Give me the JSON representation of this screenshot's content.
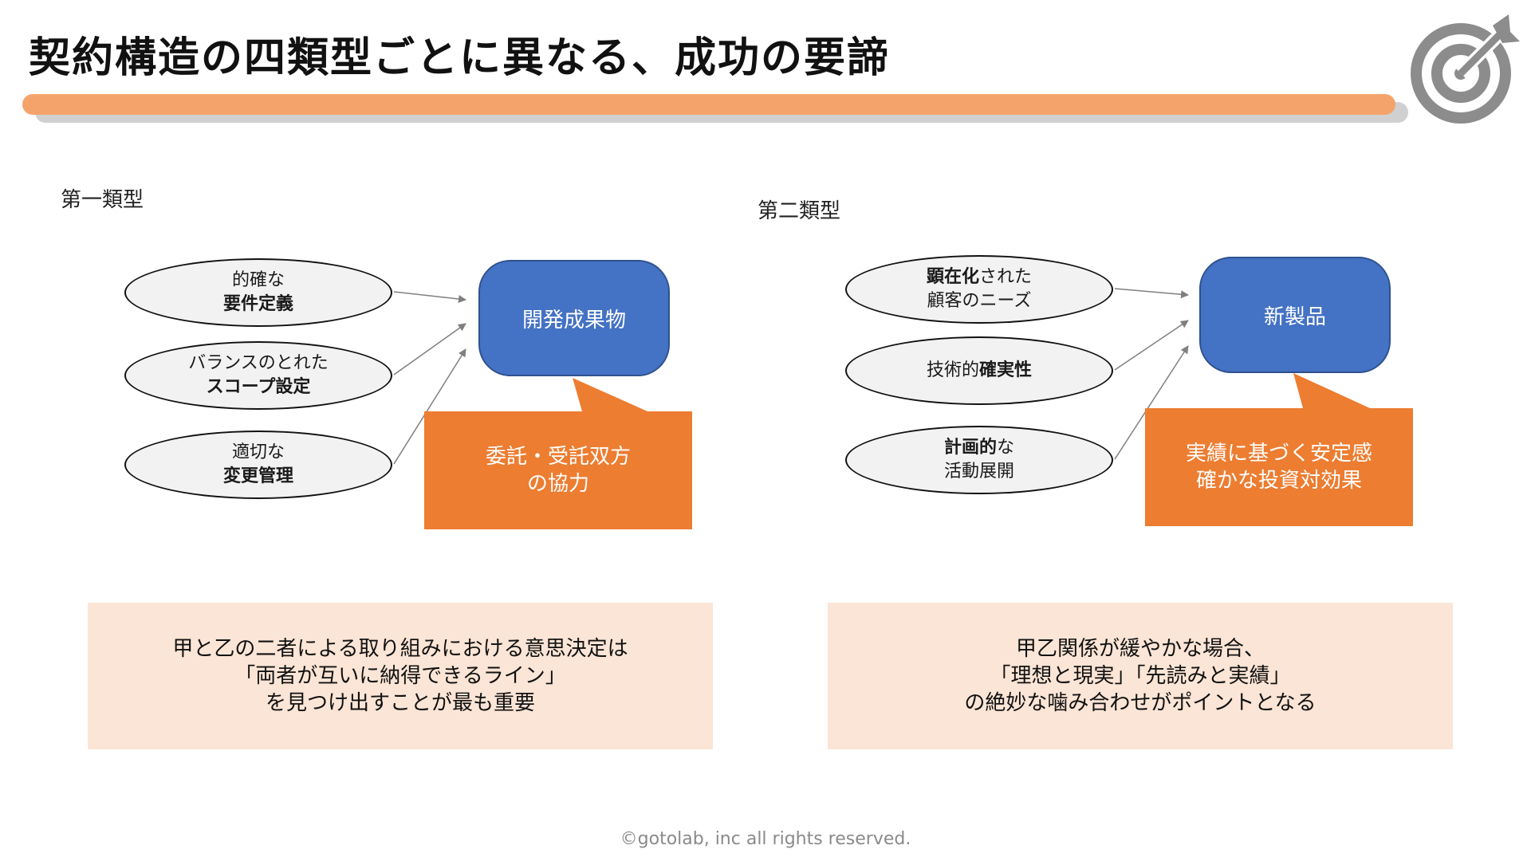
{
  "header": {
    "title": "契約構造の四類型ごとに異なる、成功の要諦"
  },
  "logo": {
    "icon": "target-arrow-icon",
    "color": "#8c8c8c"
  },
  "type1": {
    "label": "第一類型",
    "ovals": [
      {
        "line1": "的確な",
        "line2": "要件定義"
      },
      {
        "line1": "バランスのとれた",
        "line2": "スコープ設定"
      },
      {
        "line1": "適切な",
        "line2": "変更管理"
      }
    ],
    "result": "開発成果物",
    "callout": {
      "line1": "委託・受託双方",
      "line2": "の協力"
    },
    "note": {
      "line1": "甲と乙の二者による取り組みにおける意思決定は",
      "line2": "「両者が互いに納得できるライン」",
      "line3": "を見つけ出すことが最も重要"
    }
  },
  "type2": {
    "label": "第二類型",
    "ovals": [
      {
        "bold1": "顕在化",
        "rest1": "された",
        "line2": "顧客のニーズ"
      },
      {
        "lead": "技術的",
        "bold": "確実性"
      },
      {
        "bold1": "計画的",
        "rest1": "な",
        "line2": "活動展開"
      }
    ],
    "result": "新製品",
    "callout": {
      "line1": "実績に基づく安定感",
      "line2": "確かな投資対効果"
    },
    "note": {
      "line1": "甲乙関係が緩やかな場合、",
      "line2": "「理想と現実」「先読みと実績」",
      "line3": "の絶妙な噛み合わせがポイントとなる"
    }
  },
  "footer": {
    "copyright": "©gotolab, inc  all rights reserved."
  },
  "colors": {
    "accent_bar": "#f4a46b",
    "blue_box": "#4472c4",
    "callout": "#ed7d31",
    "note_bg": "#fbe5d6"
  }
}
